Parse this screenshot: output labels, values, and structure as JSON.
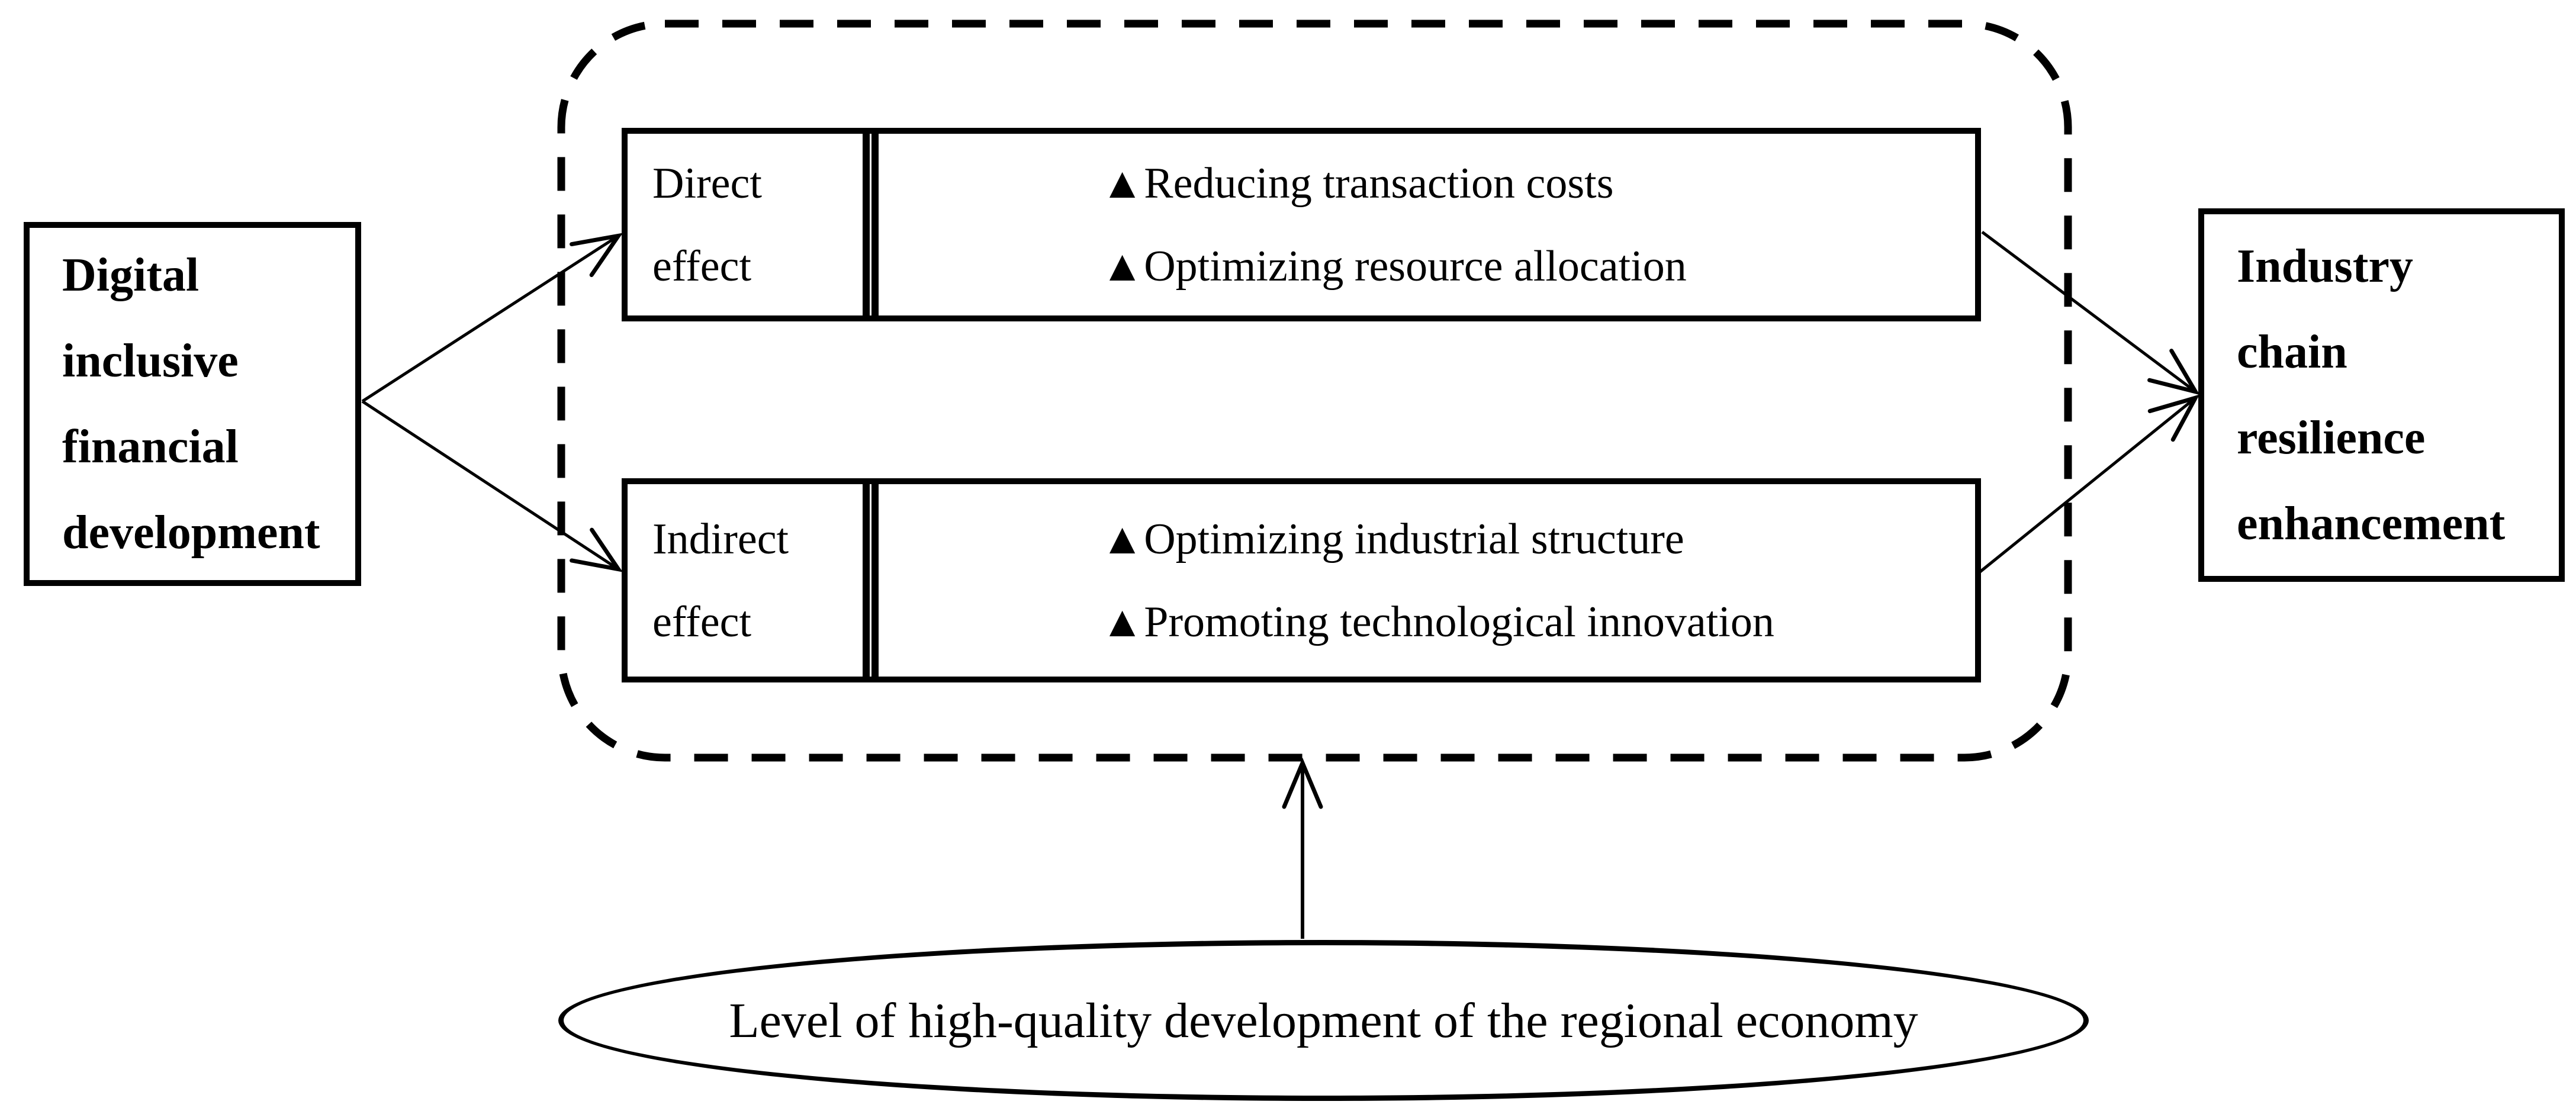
{
  "figure": {
    "antecedent_box": {
      "lines": [
        "Digital",
        "inclusive",
        "financial",
        "development"
      ]
    },
    "mediation_frame": {
      "rows": [
        {
          "label_lines": [
            "Direct",
            "effect"
          ],
          "items": [
            "▲Reducing transaction costs",
            "▲Optimizing resource allocation"
          ]
        },
        {
          "label_lines": [
            "Indirect",
            "effect"
          ],
          "items": [
            "▲Optimizing industrial structure",
            "▲Promoting technological innovation"
          ]
        }
      ]
    },
    "outcome_box": {
      "lines": [
        "Industry",
        "chain",
        "resilience",
        "enhancement"
      ]
    },
    "moderator_ellipse": {
      "text": "Level of high-quality development of the regional economy"
    },
    "colors": {
      "stroke": "#000000",
      "text": "#000000",
      "background": "#ffffff"
    }
  }
}
